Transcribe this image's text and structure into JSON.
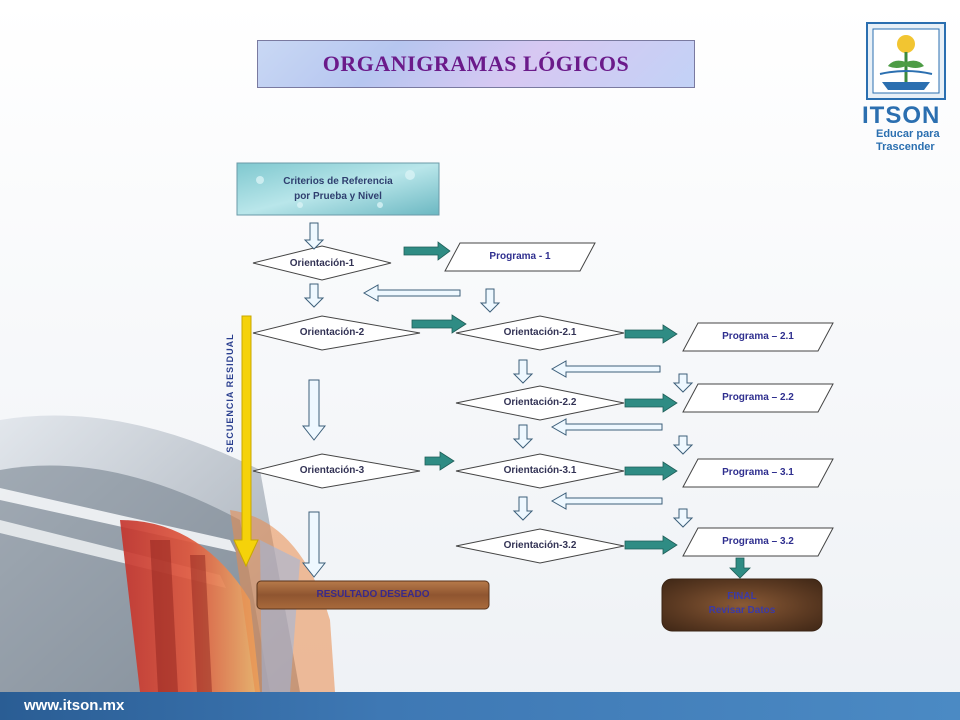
{
  "title": "ORGANIGRAMAS LÓGICOS",
  "logo": {
    "name": "ITSON",
    "tagline_1": "Educar para",
    "tagline_2": "Trascender"
  },
  "footer": {
    "url": "www.itson.mx"
  },
  "side_label": "SECUENCIA RESIDUAL",
  "nodes": {
    "criterios_1": "Criterios de Referencia",
    "criterios_2": "por Prueba y Nivel",
    "orientacion_1": "Orientación-1",
    "orientacion_2": "Orientación-2",
    "orientacion_3": "Orientación-3",
    "orientacion_2_1": "Orientación-2.1",
    "orientacion_2_2": "Orientación-2.2",
    "orientacion_3_1": "Orientación-3.1",
    "orientacion_3_2": "Orientación-3.2",
    "programa_1": "Programa - 1",
    "programa_2_1": "Programa – 2.1",
    "programa_2_2": "Programa – 2.2",
    "programa_3_1": "Programa – 3.1",
    "programa_3_2": "Programa – 3.2",
    "resultado": "RESULTADO DESEADO",
    "fin_1": "FINAL",
    "fin_2": "Revisar Datos"
  },
  "colors": {
    "teal_arrow": "#2f8c84",
    "pale_arrow": "#eef8ff",
    "yellow_arrow": "#f5d20a",
    "title_text": "#6b1a8a",
    "footer": "#3e78b4"
  }
}
